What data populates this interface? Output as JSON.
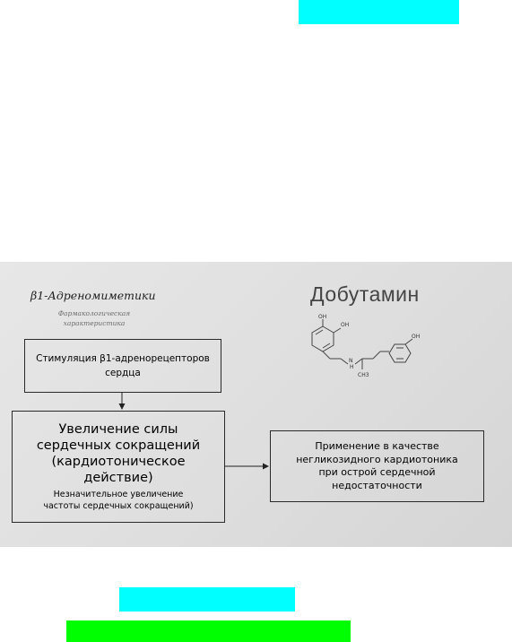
{
  "slide": {
    "heading": "β1-Адреномиметики",
    "subheading": "Фармакологическая характеристика",
    "drug_name": "Добутамин",
    "box1": {
      "line1": "Стимуляция β1-адренорецепторов",
      "line2": "сердца"
    },
    "box2": {
      "main_lines": [
        "Увеличение силы",
        "сердечных сокращений",
        "(кардиотоническое",
        "действие)"
      ],
      "note_lines": [
        "Незначительное увеличение",
        "частоты сердечных сокращений)"
      ]
    },
    "box3": {
      "lines": [
        "Применение в качестве",
        "негликозидного кардиотоника",
        "при острой сердечной",
        "недостаточности"
      ]
    },
    "molecule_labels": {
      "oh1": "OH",
      "oh2": "OH",
      "oh3": "OH",
      "n": "N",
      "h": "H",
      "ch3": "CH3"
    }
  },
  "highlights": {
    "top_color": "#00ffff",
    "mid_color": "#00ffff",
    "bottom_color": "#00ff00"
  }
}
